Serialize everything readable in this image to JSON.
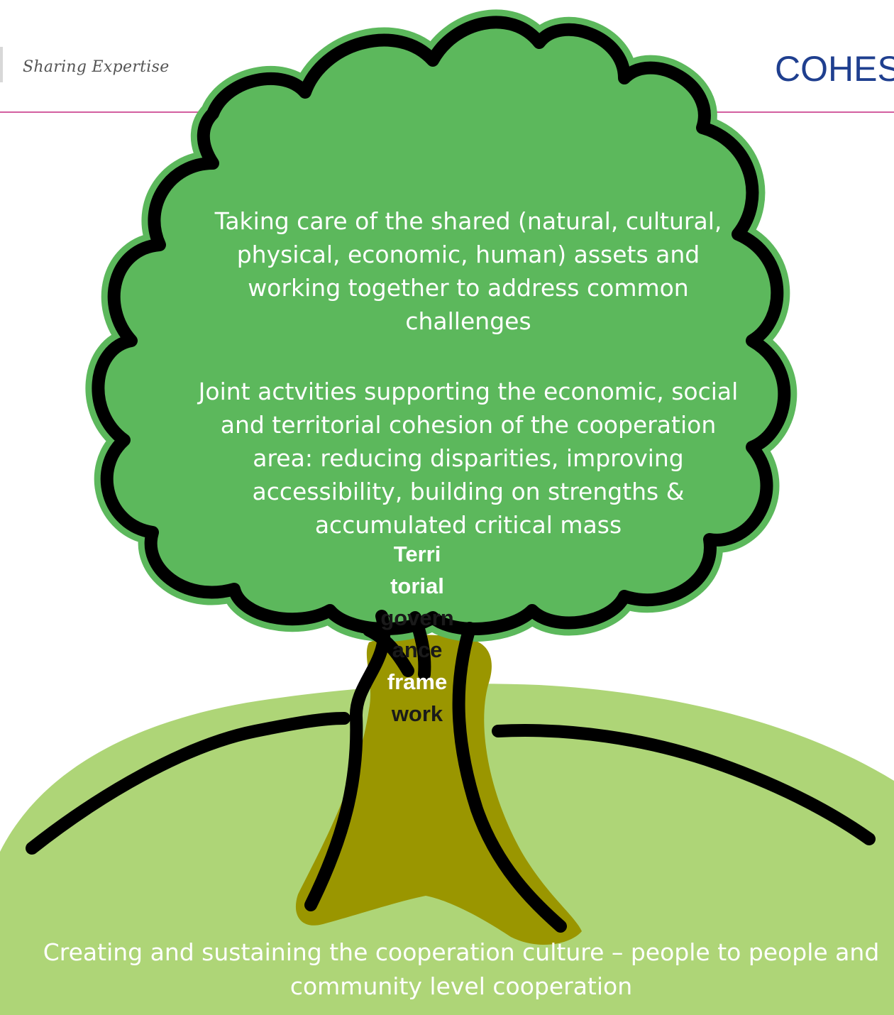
{
  "header": {
    "logo_text": "Sharing Expertise",
    "title": "COHES"
  },
  "canopy": {
    "paragraph_1": "Taking care of the shared (natural, cultural, physical, economic, human) assets and working together to address common challenges",
    "paragraph_2": "Joint actvities supporting the economic, social and territorial cohesion of the cooperation area: reducing disparities, improving accessibility, building on strengths & accumulated critical mass"
  },
  "trunk": {
    "lines": [
      "Terri",
      "torial",
      "govern",
      "ance",
      "frame",
      "work"
    ]
  },
  "ground": {
    "text": "Creating and sustaining the cooperation culture – people to people and community level cooperation"
  },
  "colors": {
    "title": "#1f3f8f",
    "header_rule": "#d35fa0",
    "canopy_fill": "#5cb85c",
    "ground_fill": "#aed577",
    "trunk_fill": "#9a9600",
    "outline": "#000000"
  }
}
